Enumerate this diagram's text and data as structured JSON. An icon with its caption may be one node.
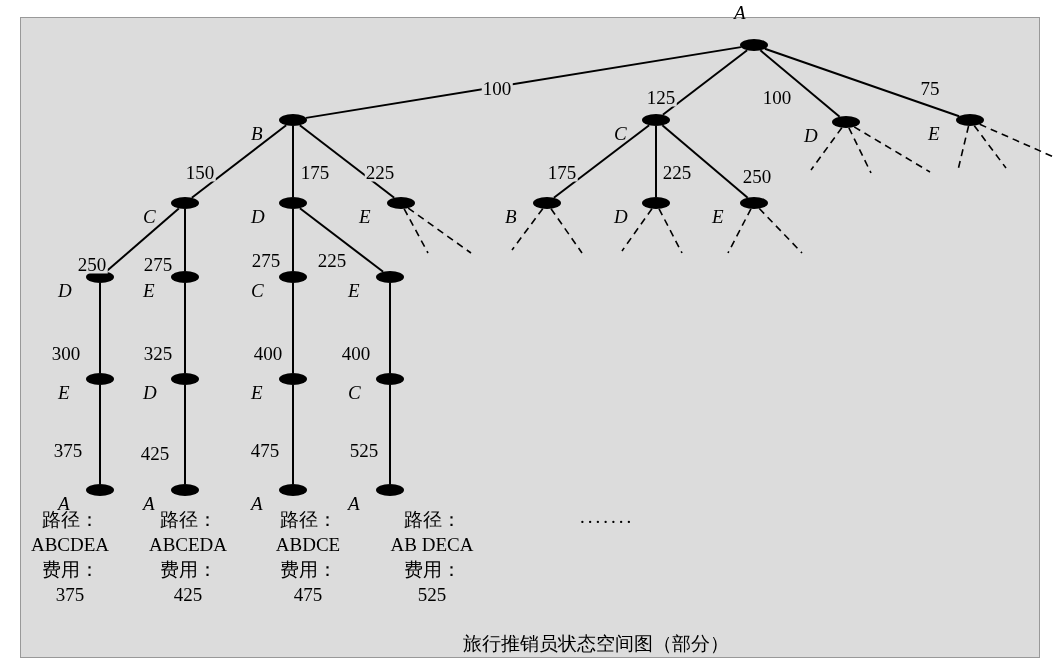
{
  "diagram": {
    "caption": "旅行推销员状态空间图（部分）",
    "nodes": [
      {
        "text": [
          "A"
        ]
      },
      {
        "text": [
          "B"
        ]
      },
      {
        "text": [
          "C"
        ]
      },
      {
        "text": [
          "D"
        ]
      },
      {
        "text": [
          "E"
        ]
      },
      {
        "text": [
          "A"
        ],
        "beside": [
          "路径：",
          "ABCDEA",
          "费用：",
          "375"
        ]
      },
      {
        "text": [
          "E"
        ]
      },
      {
        "text": [
          "D"
        ]
      },
      {
        "text": [
          "A"
        ],
        "beside": [
          "路径：",
          "ABCEDA",
          "费用：",
          "425"
        ]
      },
      {
        "text": [
          "D"
        ]
      },
      {
        "text": [
          "C"
        ]
      },
      {
        "text": [
          "E"
        ]
      },
      {
        "text": [
          "A"
        ],
        "beside": [
          "路径：",
          "ABDCE",
          "费用：",
          "475"
        ]
      },
      {
        "text": [
          "E"
        ]
      },
      {
        "text": [
          "C"
        ]
      },
      {
        "text": [
          "A"
        ],
        "beside": [
          "路径：",
          "AB DECA",
          "费用：",
          "525"
        ]
      },
      {
        "text": [
          "E"
        ]
      },
      {
        "text": [
          "C"
        ]
      },
      {
        "text": [
          "B"
        ]
      },
      {
        "text": [
          "D"
        ]
      },
      {
        "text": [
          "E"
        ]
      },
      {
        "text": [
          "D"
        ]
      },
      {
        "text": [
          "E"
        ]
      }
    ],
    "edges": [
      {
        "from": 0,
        "to": 1,
        "arrow": "none",
        "label": "100"
      },
      {
        "from": 1,
        "to": 2,
        "arrow": "none",
        "label": "150"
      },
      {
        "from": 2,
        "to": 3,
        "arrow": "none",
        "label": "250"
      },
      {
        "from": 3,
        "to": 4,
        "arrow": "none",
        "label": "300"
      },
      {
        "from": 4,
        "to": 5,
        "arrow": "none",
        "label": "375"
      },
      {
        "from": 2,
        "to": 6,
        "arrow": "none",
        "label": "275"
      },
      {
        "from": 6,
        "to": 7,
        "arrow": "none",
        "label": "325"
      },
      {
        "from": 7,
        "to": 8,
        "arrow": "none",
        "label": "425"
      },
      {
        "from": 1,
        "to": 9,
        "arrow": "none",
        "label": "175"
      },
      {
        "from": 9,
        "to": 10,
        "arrow": "none",
        "label": "275"
      },
      {
        "from": 10,
        "to": 11,
        "arrow": "none",
        "label": "400"
      },
      {
        "from": 11,
        "to": 12,
        "arrow": "none",
        "label": "475"
      },
      {
        "from": 9,
        "to": 13,
        "arrow": "none",
        "label": "225"
      },
      {
        "from": 13,
        "to": 14,
        "arrow": "none",
        "label": "400"
      },
      {
        "from": 14,
        "to": 15,
        "arrow": "none",
        "label": "525"
      },
      {
        "from": 1,
        "to": 16,
        "arrow": "none",
        "label": "225"
      },
      {
        "from": 0,
        "to": 17,
        "arrow": "none",
        "label": "125"
      },
      {
        "from": 17,
        "to": 18,
        "arrow": "none",
        "label": "175"
      },
      {
        "from": 17,
        "to": 19,
        "arrow": "none",
        "label": "225"
      },
      {
        "from": 17,
        "to": 20,
        "arrow": "none",
        "label": "250"
      },
      {
        "from": 0,
        "to": 21,
        "arrow": "none",
        "label": "100"
      },
      {
        "from": 0,
        "to": 22,
        "arrow": "none",
        "label": "75"
      },
      {
        "from": 16,
        "to": null,
        "arrow": "none",
        "style": "dashed"
      },
      {
        "from": 16,
        "to": null,
        "arrow": "none",
        "style": "dashed"
      },
      {
        "from": 18,
        "to": null,
        "arrow": "none",
        "style": "dashed"
      },
      {
        "from": 18,
        "to": null,
        "arrow": "none",
        "style": "dashed"
      },
      {
        "from": 19,
        "to": null,
        "arrow": "none",
        "style": "dashed"
      },
      {
        "from": 19,
        "to": null,
        "arrow": "none",
        "style": "dashed"
      },
      {
        "from": 20,
        "to": null,
        "arrow": "none",
        "style": "dashed"
      },
      {
        "from": 20,
        "to": null,
        "arrow": "none",
        "style": "dashed"
      },
      {
        "from": 21,
        "to": null,
        "arrow": "none",
        "style": "dashed"
      },
      {
        "from": 21,
        "to": null,
        "arrow": "none",
        "style": "dashed"
      },
      {
        "from": 21,
        "to": null,
        "arrow": "none",
        "style": "dashed"
      },
      {
        "from": 22,
        "to": null,
        "arrow": "none",
        "style": "dashed"
      },
      {
        "from": 22,
        "to": null,
        "arrow": "none",
        "style": "dashed"
      },
      {
        "from": 22,
        "to": null,
        "arrow": "none",
        "style": "dashed"
      }
    ],
    "labels": [
      "......."
    ]
  }
}
